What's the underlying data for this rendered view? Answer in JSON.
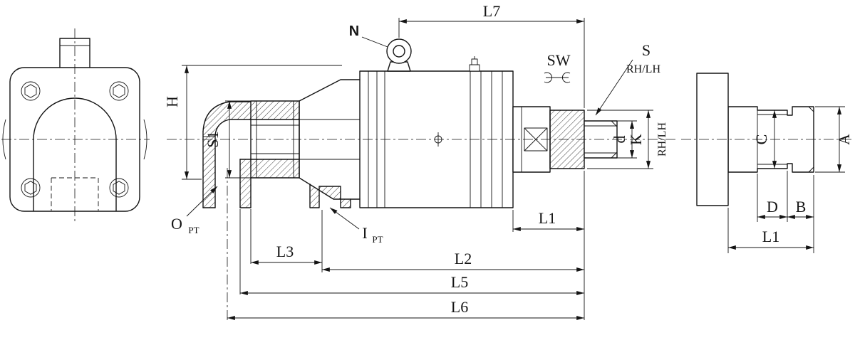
{
  "section_view": {
    "dim_l7": "L7",
    "label_n": "N",
    "label_sw": "SW",
    "label_s": "S",
    "label_s_sub": "RH/LH",
    "dim_h": "H",
    "dim_s1": "S1",
    "dim_d": "d",
    "dim_k": "K",
    "label_thread_dir": "RH/LH",
    "dim_l1": "L1",
    "dim_l2": "L2",
    "dim_l3": "L3",
    "dim_l5": "L5",
    "dim_l6": "L6",
    "port_out": "O",
    "port_out_sub": "PT",
    "port_in": "I",
    "port_in_sub": "PT"
  },
  "end_view": {
    "dim_a": "A",
    "dim_b": "B",
    "dim_c": "C",
    "dim_d": "D",
    "dim_l1": "L1"
  }
}
